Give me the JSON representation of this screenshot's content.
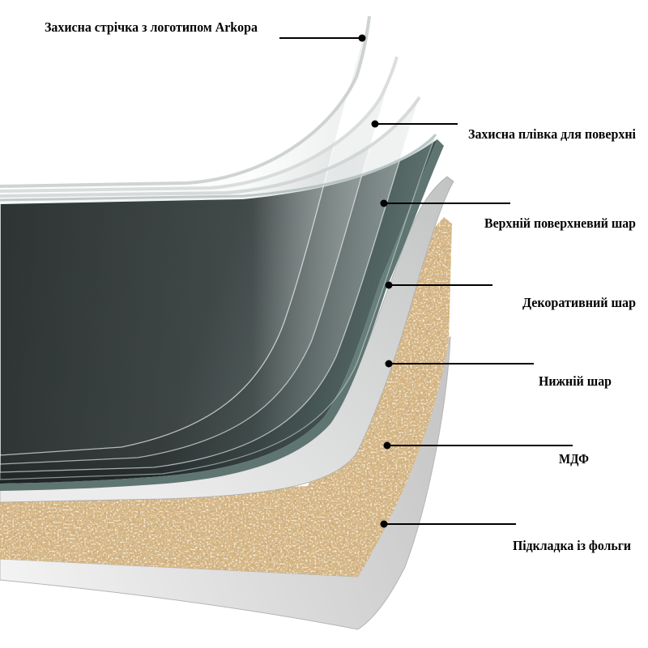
{
  "labels": [
    "Захисна стрічка з логотипом Arkopa",
    "Захисна плівка для поверхні",
    "Верхній поверхневий шар",
    "Декоративний шар",
    "Нижній шар",
    "МДФ",
    "Підкладка із фольги"
  ],
  "colors": {
    "mdf": "#d6b684",
    "decor_dark": "#1d2323",
    "decor_light": "#536663",
    "decor_edge": "#5f7571",
    "lower_layer_light": "#ececec",
    "lower_layer_dark": "#c2c4c4",
    "foil_light": "#f3f3f3",
    "foil_dark": "#c6c6c6",
    "leader": "#000000"
  }
}
